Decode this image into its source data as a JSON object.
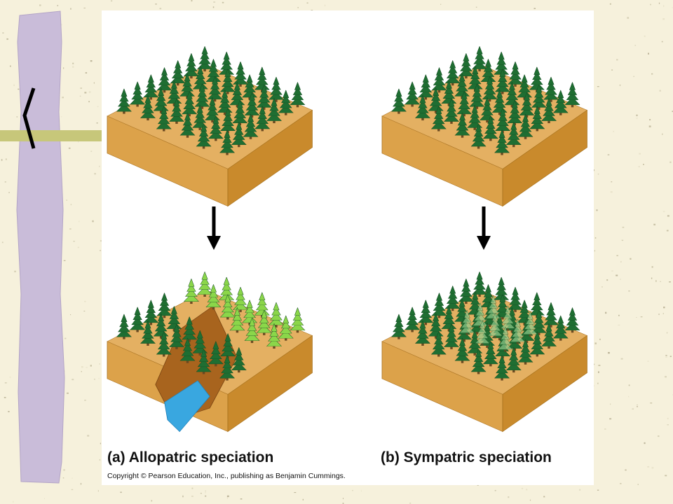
{
  "captions": {
    "allopatric": "(a) Allopatric speciation",
    "sympatric": "(b) Sympatric speciation"
  },
  "copyright": "Copyright © Pearson Education, Inc., publishing as Benjamin Cummings.",
  "icons": {
    "arrow": "down-arrow-icon",
    "tree": "conifer-tree-icon",
    "bracket": "chevron-left-icon"
  },
  "colors": {
    "background": "#f6f1dc",
    "post": "#c9bcd9",
    "bar": "#c7c77a",
    "soil_top": "#e4b062",
    "soil_front": "#dca24a",
    "soil_side": "#c98a2c",
    "tree_dark": "#1f6e32",
    "tree_light": "#8bd64a",
    "tree_translucent": "#8fc98a",
    "water": "#39a7e0"
  }
}
